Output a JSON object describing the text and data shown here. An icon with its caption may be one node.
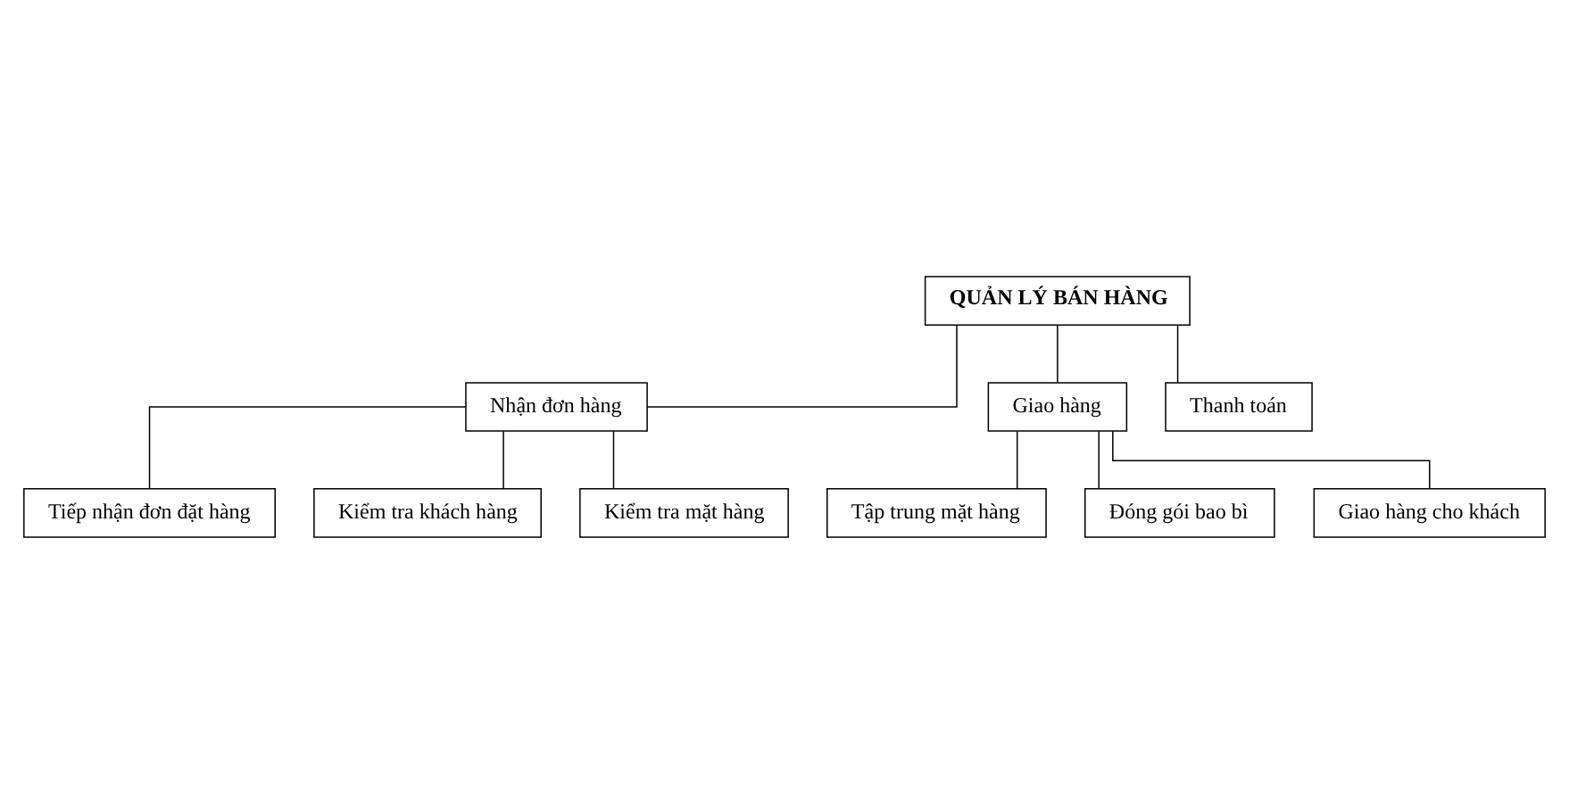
{
  "diagram": {
    "nodes": [
      {
        "text": [
          "QUẢN LÝ BÁN HÀNG"
        ]
      },
      {
        "text": [
          "Nhận đơn hàng"
        ]
      },
      {
        "text": [
          "Giao hàng"
        ]
      },
      {
        "text": [
          "Thanh toán"
        ]
      },
      {
        "text": [
          "Tiếp nhận đơn đặt hàng"
        ]
      },
      {
        "text": [
          "Kiểm tra khách hàng"
        ]
      },
      {
        "text": [
          "Kiểm tra mặt hàng"
        ]
      },
      {
        "text": [
          "Tập trung mặt hàng"
        ]
      },
      {
        "text": [
          "Đóng gói bao bì"
        ]
      },
      {
        "text": [
          "Giao hàng cho khách"
        ]
      }
    ],
    "edges": [
      {
        "from": 0,
        "to": 1,
        "arrow": "none"
      },
      {
        "from": 0,
        "to": 2,
        "arrow": "none"
      },
      {
        "from": 0,
        "to": 3,
        "arrow": "none"
      },
      {
        "from": 1,
        "to": 4,
        "arrow": "none"
      },
      {
        "from": 1,
        "to": 5,
        "arrow": "none"
      },
      {
        "from": 1,
        "to": 6,
        "arrow": "none"
      },
      {
        "from": 2,
        "to": 7,
        "arrow": "none"
      },
      {
        "from": 2,
        "to": 8,
        "arrow": "none"
      },
      {
        "from": 2,
        "to": 9,
        "arrow": "none"
      }
    ]
  }
}
